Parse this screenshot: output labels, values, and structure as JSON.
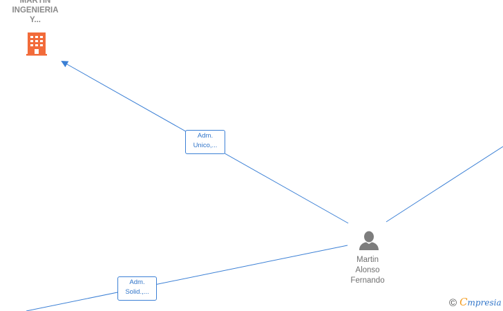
{
  "colors": {
    "edge": "#3a7fd5",
    "company_icon": "#f26b3a",
    "person_icon": "#7d7d7d",
    "brand_initial": "#f39c1f",
    "brand_text": "#2f74c9"
  },
  "nodes": {
    "company": {
      "label": "MARTIN\nINGENIERIA\nY...",
      "icon": "building-icon"
    },
    "person": {
      "label": "Martin\nAlonso\nFernando",
      "icon": "person-icon"
    }
  },
  "edges": [
    {
      "label": "Adm.\nUnico,...",
      "from": "person",
      "to": "company"
    },
    {
      "label": "Adm.\nSolid.,...",
      "from": "person",
      "to": "offscreen-bottom-left"
    },
    {
      "label": "",
      "from": "person",
      "to": "offscreen-right"
    }
  ],
  "watermark": {
    "symbol": "©",
    "brand_initial": "C",
    "brand_rest": "mpresia"
  }
}
